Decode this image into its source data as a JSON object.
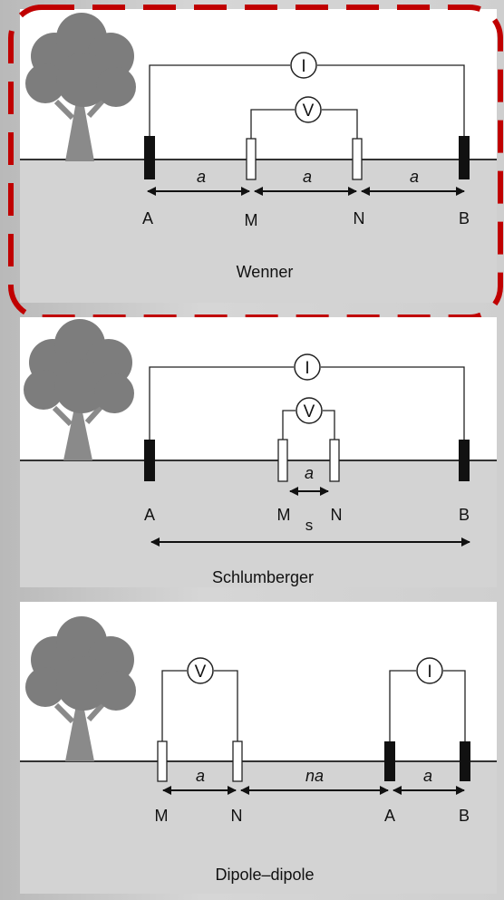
{
  "colors": {
    "ground": "#d3d3d3",
    "sky": "#ffffff",
    "tree": "#7d7d7d",
    "highlight": "#c00000",
    "page": "#c4c4c4"
  },
  "symbols": {
    "current": "I",
    "voltage": "V"
  },
  "wenner": {
    "caption": "Wenner",
    "spacing1": "a",
    "spacing2": "a",
    "spacing3": "a",
    "electrodes": {
      "A": "A",
      "M": "M",
      "N": "N",
      "B": "B"
    }
  },
  "schlumberger": {
    "caption": "Schlumberger",
    "spacing": "a",
    "sub": "s",
    "electrodes": {
      "A": "A",
      "M": "M",
      "N": "N",
      "B": "B"
    }
  },
  "dipole": {
    "caption": "Dipole–dipole",
    "spacing1": "a",
    "spacing2": "na",
    "spacing3": "a",
    "electrodes": {
      "M": "M",
      "N": "N",
      "A": "A",
      "B": "B"
    }
  }
}
